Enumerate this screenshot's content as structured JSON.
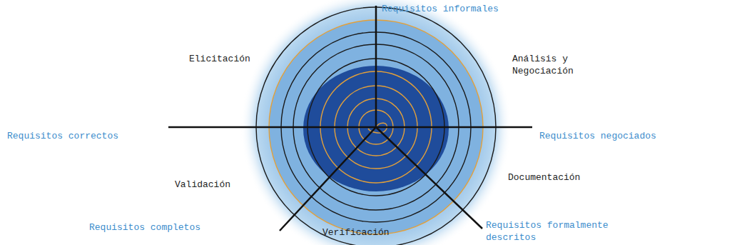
{
  "diagram": {
    "labels": [
      "Requisitos informales",
      "Elicitación",
      "Análisis y Negociación",
      "Requisitos correctos",
      "Requisitos negociados",
      "Validación",
      "Documentación",
      "Requisitos completos",
      "Verificación",
      "Requisitos formalmente descritos"
    ]
  }
}
